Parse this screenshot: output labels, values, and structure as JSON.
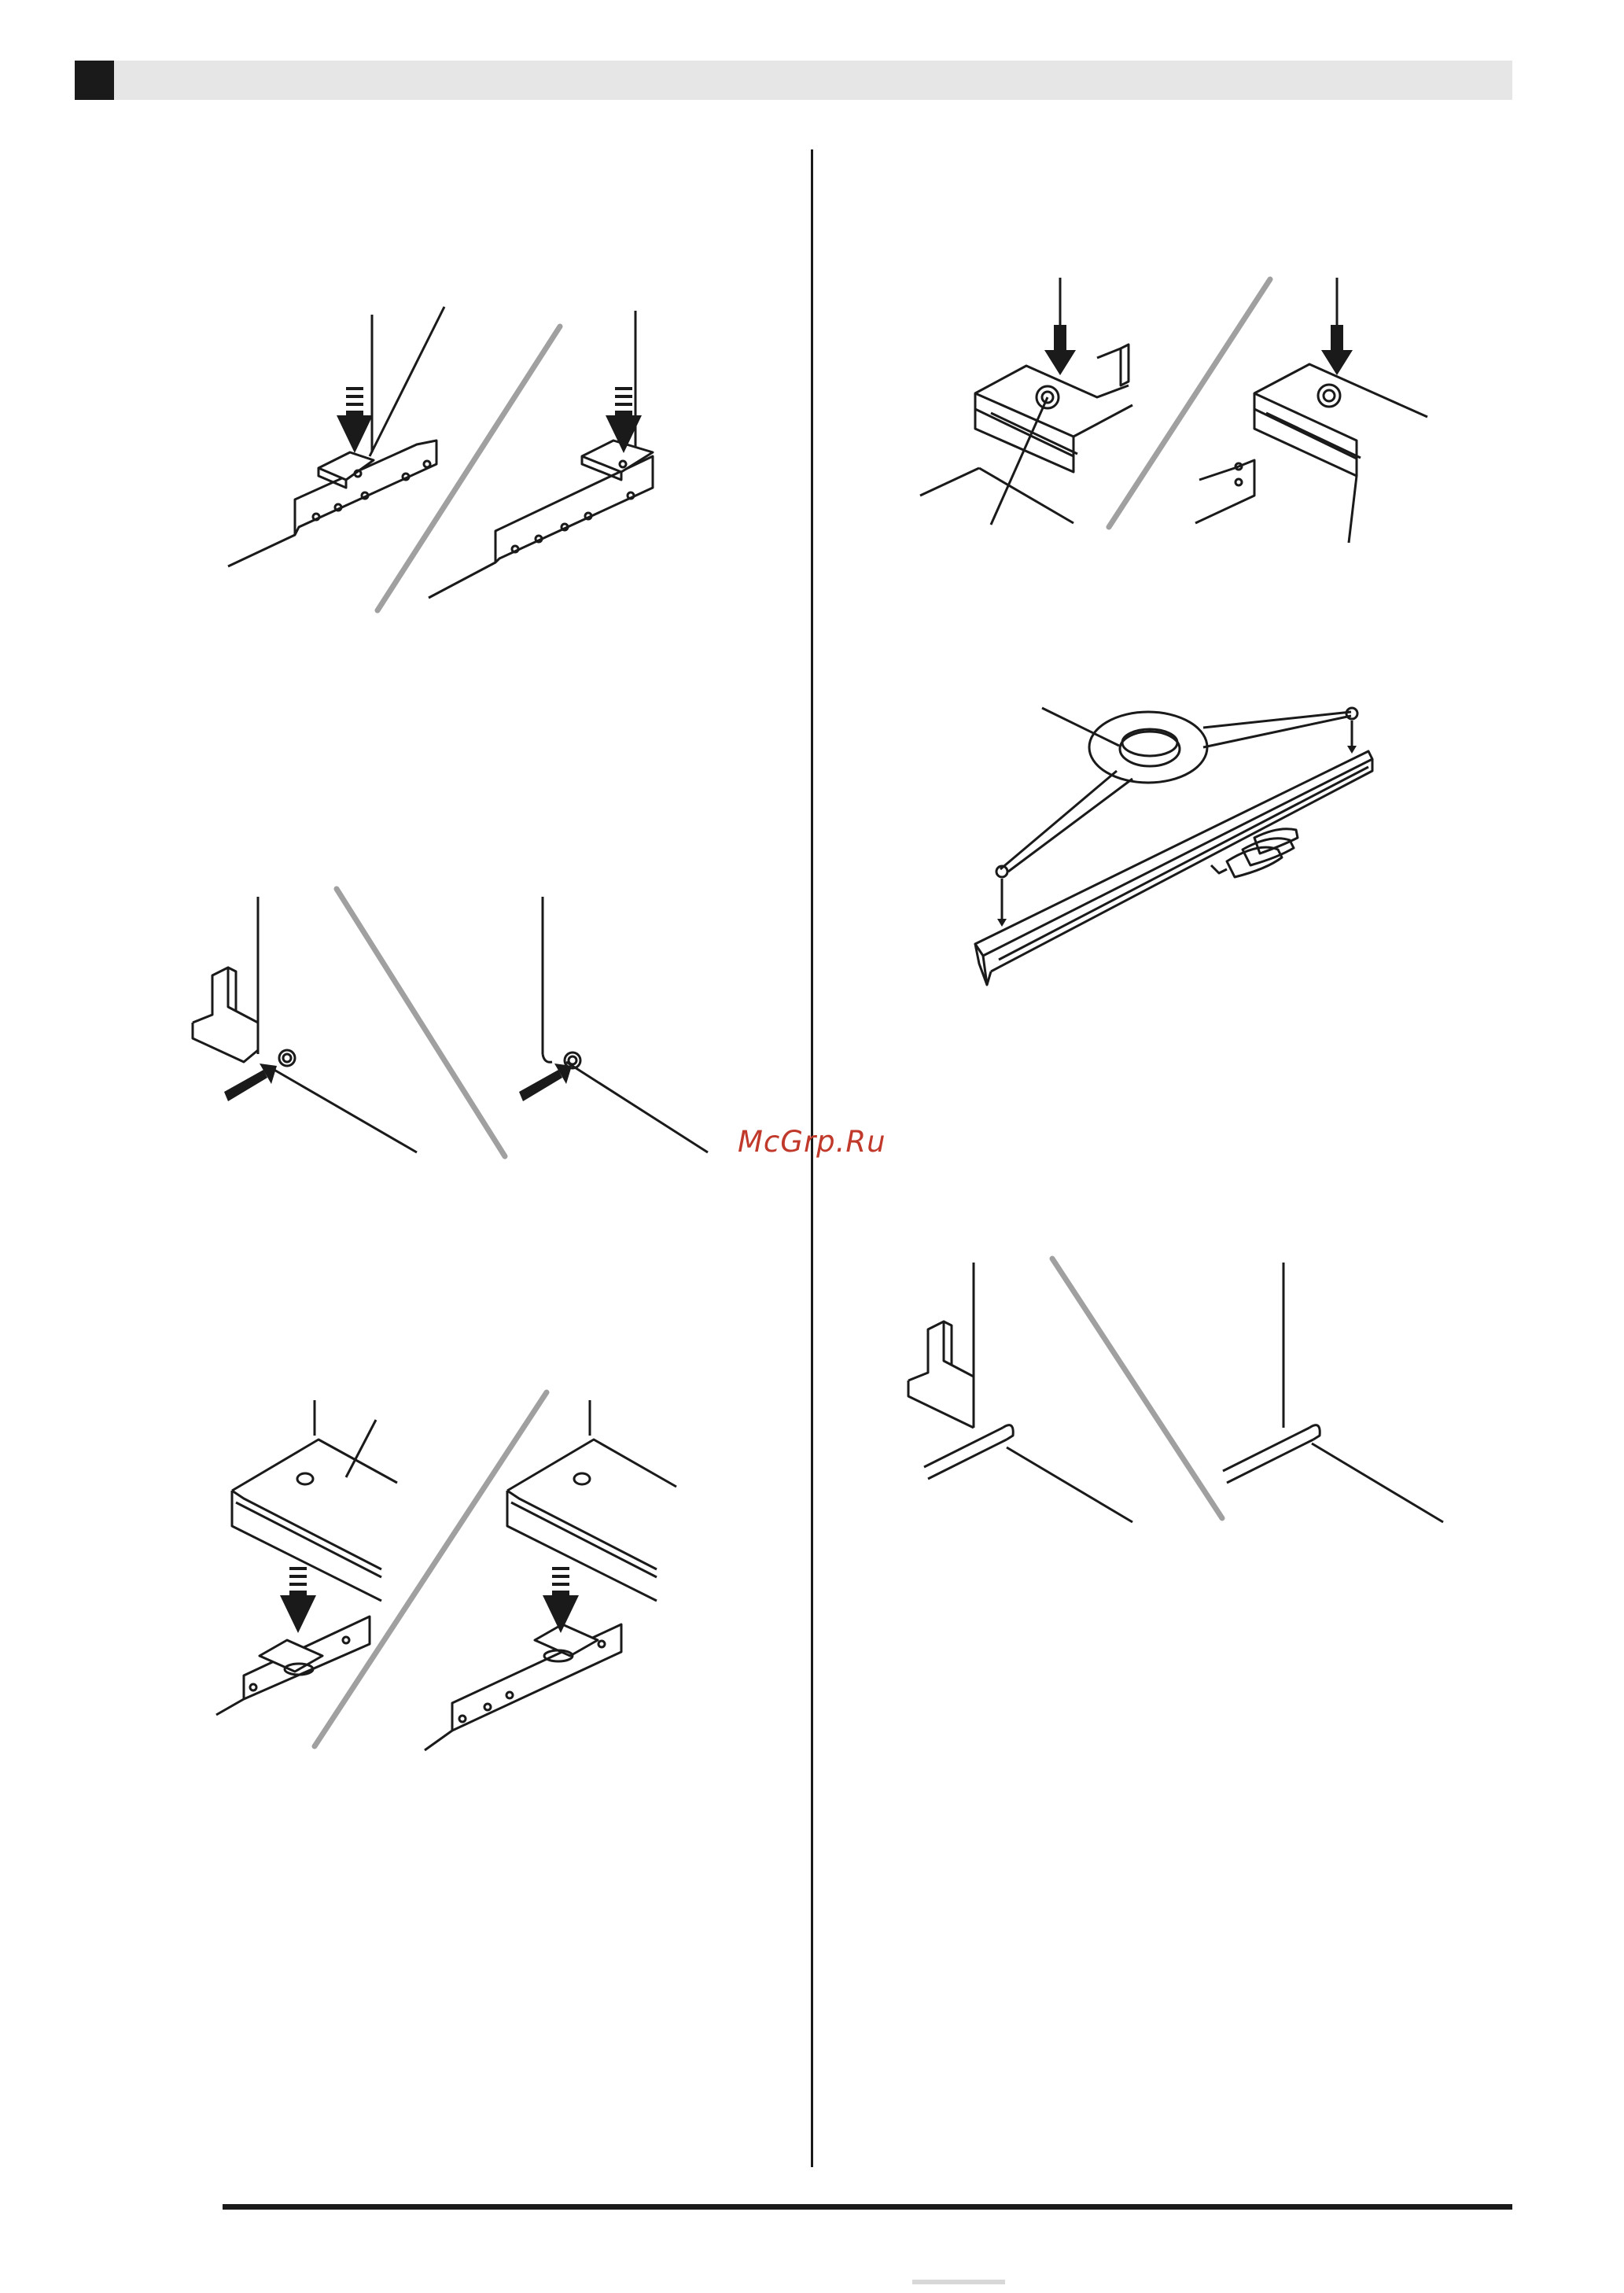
{
  "page": {
    "watermark": "McGrp.Ru"
  },
  "colors": {
    "ink": "#1a1a1a",
    "divider_gray": "#a0a0a0",
    "header_gray": "#e6e6e6",
    "watermark_red": "#c0392b"
  },
  "figures": [
    {
      "id": "fig-1",
      "description_icon": "bracket-slot-icon"
    },
    {
      "id": "fig-2",
      "description_icon": "screw-cap-icon"
    },
    {
      "id": "fig-3",
      "description_icon": "side-screw-icon"
    },
    {
      "id": "fig-4",
      "description_icon": "pedal-unit-icon"
    },
    {
      "id": "fig-5",
      "description_icon": "bracket-peg-icon"
    },
    {
      "id": "fig-6",
      "description_icon": "screwdriver-icon"
    }
  ]
}
